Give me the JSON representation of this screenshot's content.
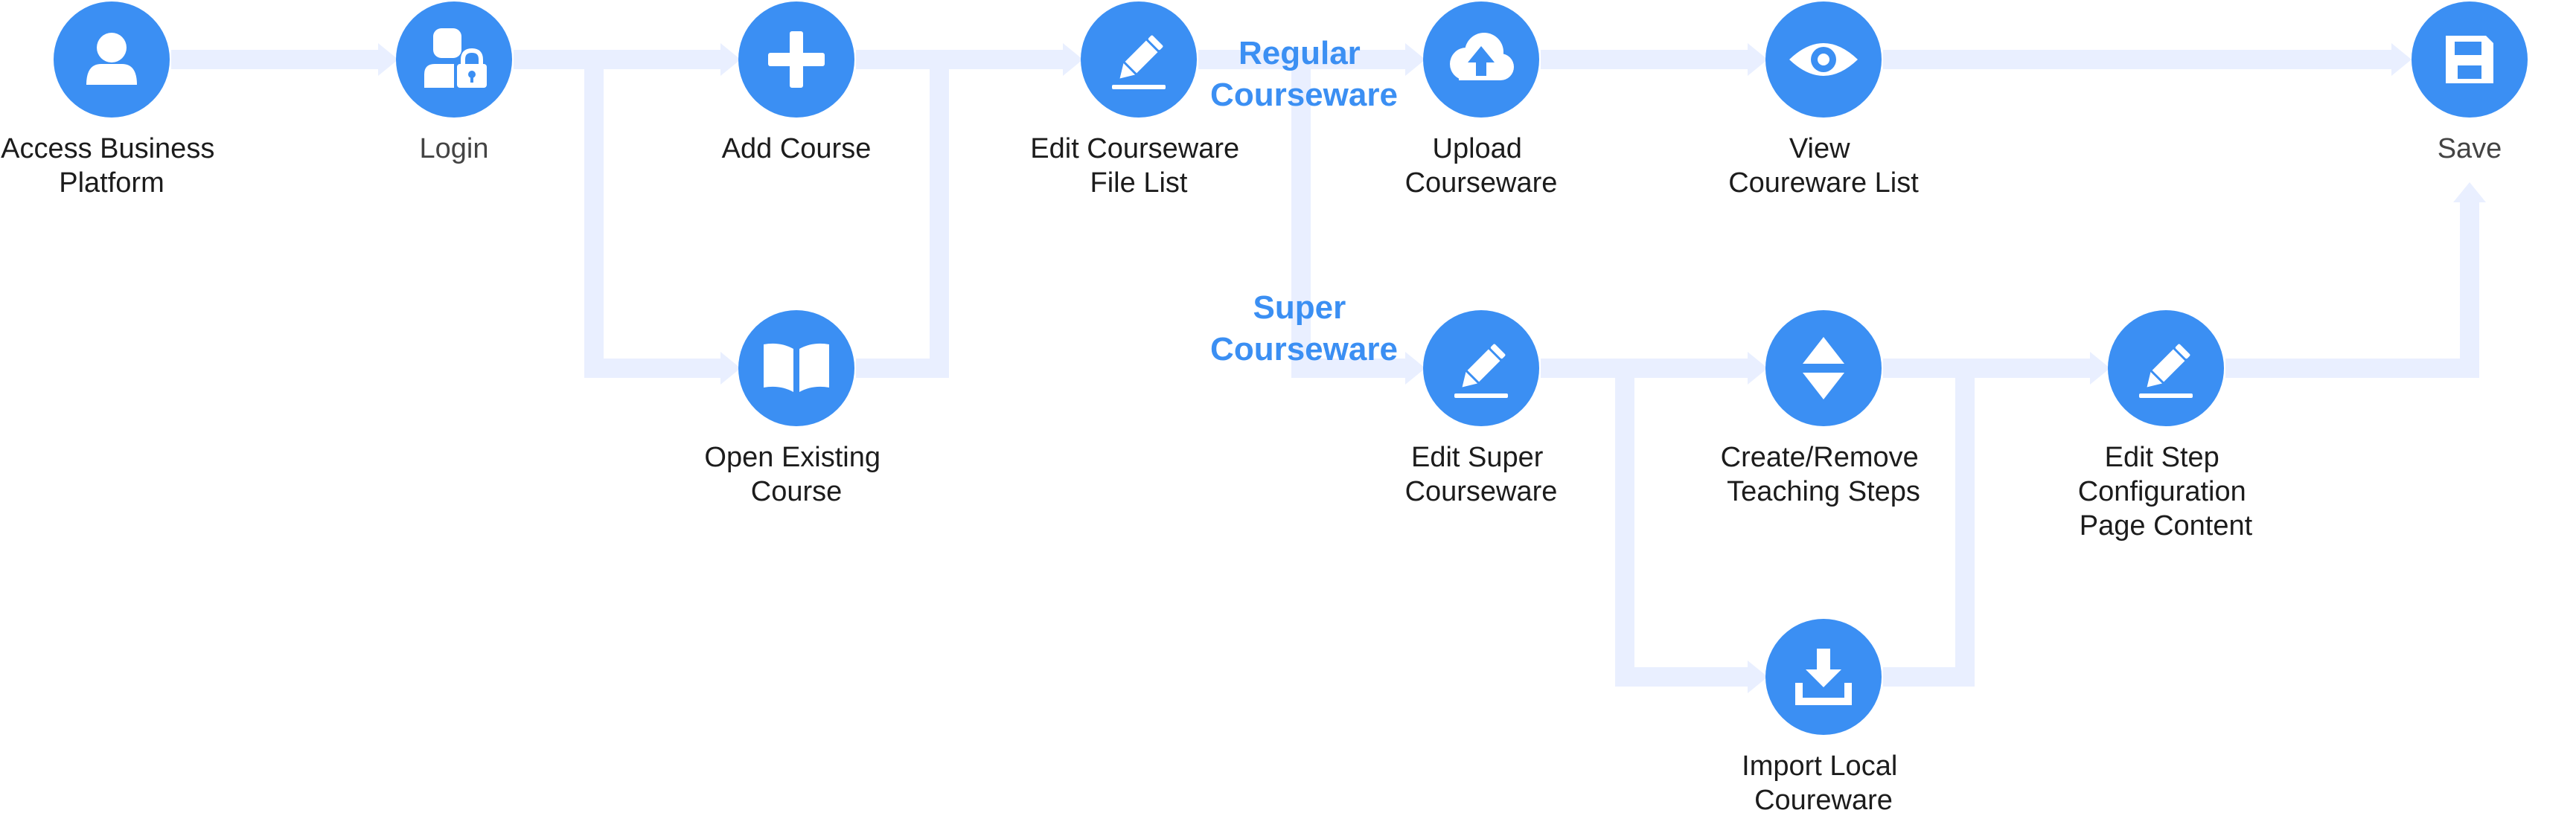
{
  "diagram": {
    "colors": {
      "node": "#3b8ff3",
      "connector": "#e9efff",
      "label": "#1c1c1c",
      "branch_label": "#3b8ff3"
    },
    "nodes": [
      {
        "id": "access",
        "icon": "user-icon",
        "lines": [
          "Access Business",
          "Platform"
        ]
      },
      {
        "id": "login",
        "icon": "user-lock-icon",
        "lines": [
          "Login"
        ]
      },
      {
        "id": "add-course",
        "icon": "plus-icon",
        "lines": [
          "Add Course"
        ]
      },
      {
        "id": "open-existing",
        "icon": "open-book-icon",
        "lines": [
          "Open Existing",
          "Course"
        ]
      },
      {
        "id": "edit-file-list",
        "icon": "pencil-icon",
        "lines": [
          "Edit Courseware",
          "File List"
        ]
      },
      {
        "id": "upload",
        "icon": "cloud-upload-icon",
        "lines": [
          "Upload",
          "Courseware"
        ]
      },
      {
        "id": "view-list",
        "icon": "eye-icon",
        "lines": [
          "View",
          "Coureware List"
        ]
      },
      {
        "id": "save",
        "icon": "save-icon",
        "lines": [
          "Save"
        ]
      },
      {
        "id": "edit-super",
        "icon": "pencil-icon",
        "lines": [
          "Edit Super",
          "Courseware"
        ]
      },
      {
        "id": "teaching-steps",
        "icon": "up-down-icon",
        "lines": [
          "Create/Remove",
          "Teaching Steps"
        ]
      },
      {
        "id": "edit-step-config",
        "icon": "pencil-icon",
        "lines": [
          "Edit Step",
          "Configuration",
          "Page Content"
        ]
      },
      {
        "id": "import-local",
        "icon": "download-icon",
        "lines": [
          "Import Local",
          "Coureware"
        ]
      }
    ],
    "branch_labels": [
      {
        "id": "regular",
        "lines": [
          "Regular",
          "Courseware"
        ]
      },
      {
        "id": "super",
        "lines": [
          "Super",
          "Courseware"
        ]
      }
    ]
  }
}
